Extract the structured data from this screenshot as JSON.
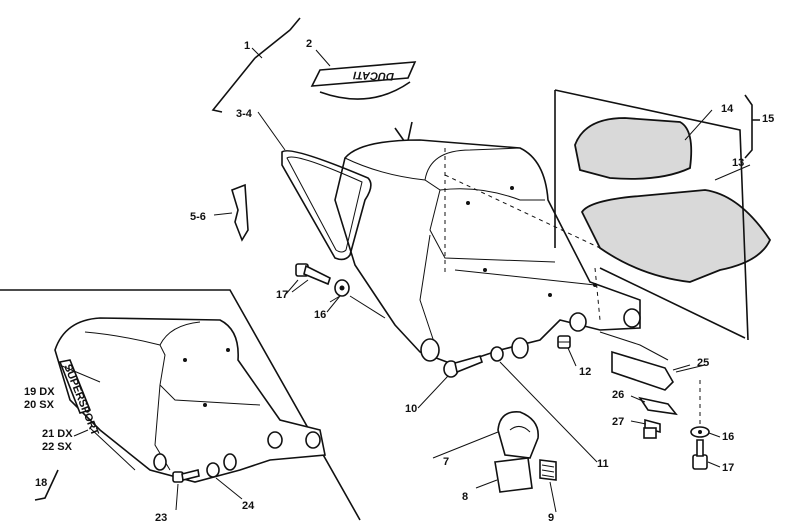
{
  "callouts": {
    "c1": "1",
    "c2": "2",
    "c3_4": "3-4",
    "c5_6": "5-6",
    "c7": "7",
    "c8": "8",
    "c9": "9",
    "c10": "10",
    "c11": "11",
    "c12": "12",
    "c13": "13",
    "c14": "14",
    "c15": "15",
    "c16a": "16",
    "c16b": "16",
    "c17a": "17",
    "c17b": "17",
    "c18": "18",
    "c19": "19 DX",
    "c20": "20 SX",
    "c21": "21 DX",
    "c22": "22 SX",
    "c23": "23",
    "c24": "24",
    "c25": "25",
    "c26": "26",
    "c27": "27"
  },
  "decal": {
    "text": "DUCATI",
    "side_text": "SUPERSPORT"
  },
  "colors": {
    "ink": "#111111",
    "paper": "#ffffff",
    "foam": "#d9d9d9"
  }
}
